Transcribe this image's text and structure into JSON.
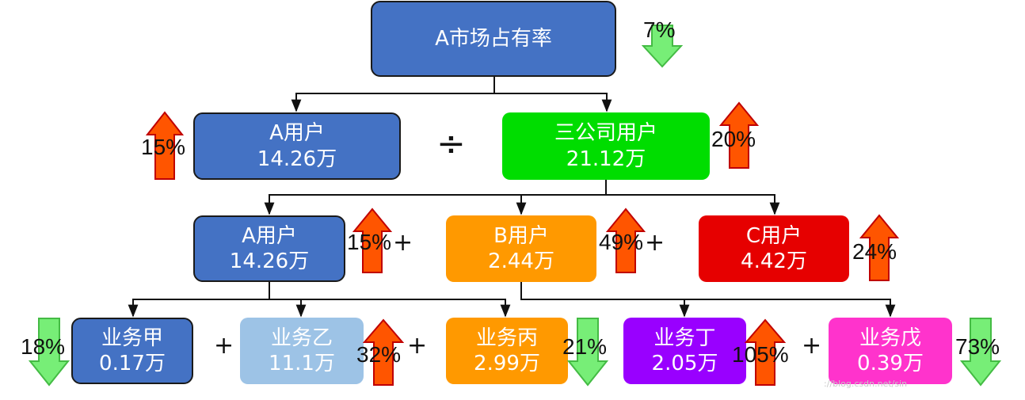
{
  "colors": {
    "blue": "#4472c4",
    "light_blue": "#9dc3e6",
    "green": "#00dd00",
    "orange": "#ff9900",
    "red": "#e60000",
    "purple": "#9900ff",
    "pink": "#ff33cc",
    "arrow_up_fill": "#ff5500",
    "arrow_up_stroke": "#c00000",
    "arrow_down_fill": "#77ee77",
    "arrow_down_stroke": "#44bb44"
  },
  "root": {
    "title": "A市场占有率",
    "change": "7%",
    "trend": "down"
  },
  "level1": {
    "operator": "÷",
    "a_users": {
      "title": "A用户",
      "value": "14.26万",
      "change": "15%",
      "trend": "up"
    },
    "three_company_users": {
      "title": "三公司用户",
      "value": "21.12万",
      "change": "20%",
      "trend": "up"
    }
  },
  "level2": {
    "a_users": {
      "title": "A用户",
      "value": "14.26万",
      "change": "15%",
      "trend": "up"
    },
    "b_users": {
      "title": "B用户",
      "value": "2.44万",
      "change": "49%",
      "trend": "up"
    },
    "c_users": {
      "title": "C用户",
      "value": "4.42万",
      "change": "24%",
      "trend": "up"
    },
    "plus": "+"
  },
  "level3": {
    "plus": "+",
    "biz_jia": {
      "title": "业务甲",
      "value": "0.17万",
      "change": "18%",
      "trend": "down"
    },
    "biz_yi": {
      "title": "业务乙",
      "value": "11.1万",
      "change": "32%",
      "trend": "up"
    },
    "biz_bing": {
      "title": "业务丙",
      "value": "2.99万",
      "change": "21%",
      "trend": "down"
    },
    "biz_ding": {
      "title": "业务丁",
      "value": "2.05万",
      "change": "105%",
      "trend": "up"
    },
    "biz_wu": {
      "title": "业务戊",
      "value": "0.39万",
      "change": "73%",
      "trend": "down"
    }
  },
  "watermark": "://blog.csdn.net/sin"
}
